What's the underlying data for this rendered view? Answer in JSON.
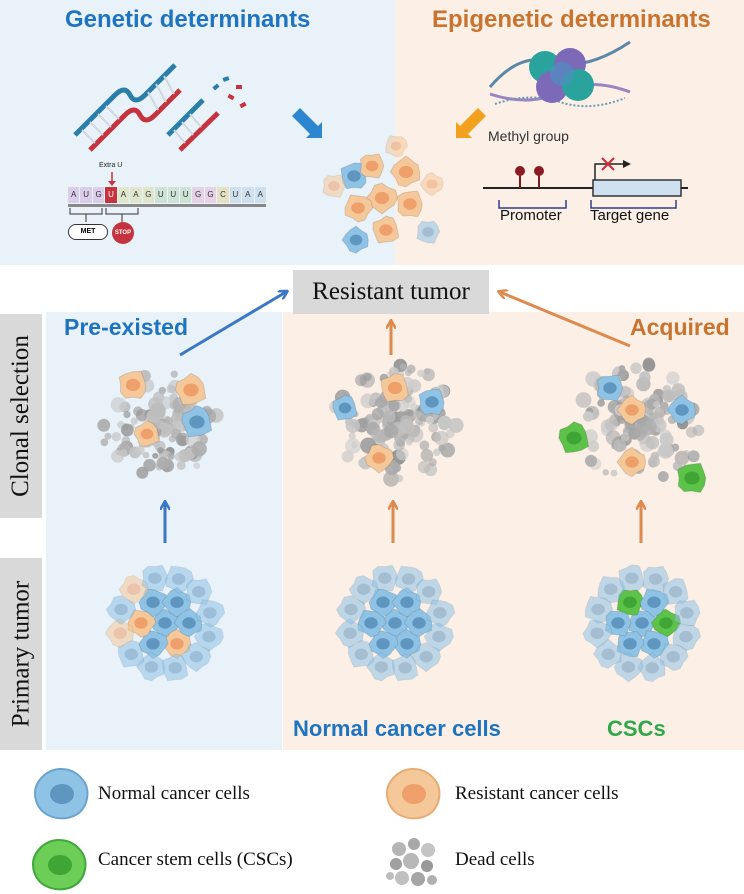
{
  "top": {
    "genetic_title": "Genetic determinants",
    "epigenetic_title": "Epigenetic determinants",
    "extra_u_label": "Extra U",
    "codon_letters": [
      "A",
      "U",
      "G",
      "U",
      "A",
      "A",
      "G",
      "U",
      "U",
      "U",
      "G",
      "G",
      "C",
      "U",
      "A",
      "A"
    ],
    "met_label": "MET",
    "stop_label": "STOP",
    "methyl_label": "Methyl group",
    "promoter_label": "Promoter",
    "target_gene_label": "Target gene"
  },
  "center": {
    "resistant_tumor_label": "Resistant tumor"
  },
  "left": {
    "pre_existed_label": "Pre-existed"
  },
  "right": {
    "acquired_label": "Acquired"
  },
  "side_labels": {
    "clonal_selection": "Clonal selection",
    "primary_tumor": "Primary tumor"
  },
  "bottom_captions": {
    "normal_cancer_cells": "Normal cancer cells",
    "cscs": "CSCs"
  },
  "legend": [
    {
      "label": "Normal cancer cells",
      "icon": "normal-cancer-cell-icon"
    },
    {
      "label": "Resistant cancer cells",
      "icon": "resistant-cancer-cell-icon"
    },
    {
      "label": "Cancer stem cells (CSCs)",
      "icon": "cancer-stem-cell-icon"
    },
    {
      "label": "Dead cells",
      "icon": "dead-cells-icon"
    }
  ],
  "colors": {
    "blue": "#1f74c0",
    "orange": "#c8742f",
    "green": "#2ea84a",
    "normal_cell": "#8fc3e6",
    "resistant_cell": "#f5c89a",
    "stem_cell": "#5cc24a",
    "dead_cell": "#b5b5b5"
  }
}
